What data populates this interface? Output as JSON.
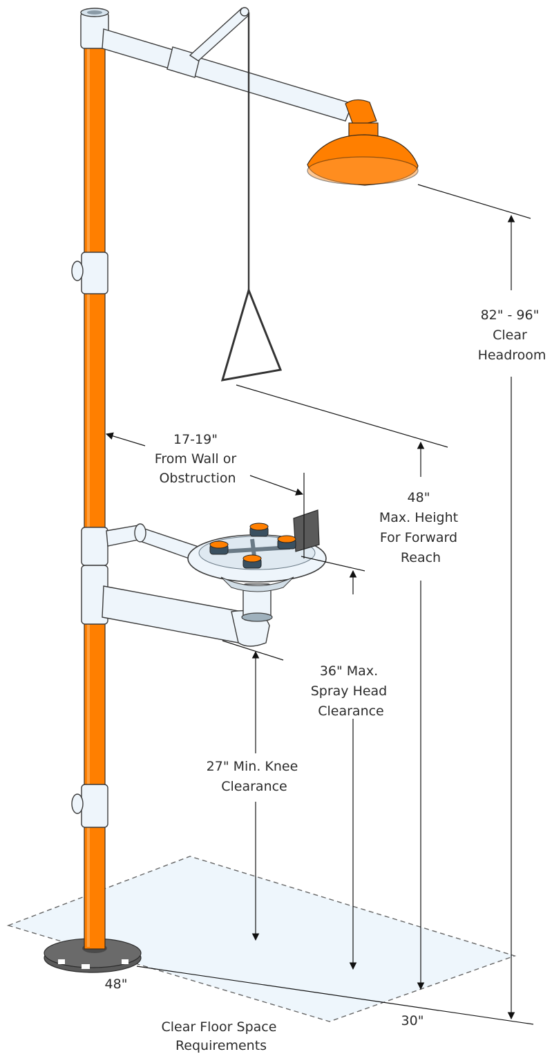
{
  "colors": {
    "safety_orange": "#ff7f00",
    "pipe_white": "#eef5fb",
    "base_dark": "#5a5a5a",
    "floor_zone": "#eef6fc",
    "dimension_line": "#111111"
  },
  "labels": {
    "headroom": [
      "82\" - 96\"",
      "Clear",
      "Headroom"
    ],
    "wall": [
      "17-19\"",
      "From Wall or",
      "Obstruction"
    ],
    "forward_reach": [
      "48\"",
      "Max. Height",
      "For Forward",
      "Reach"
    ],
    "spray_head": [
      "36\" Max.",
      "Spray Head",
      "Clearance"
    ],
    "knee": [
      "27\" Min. Knee",
      "Clearance"
    ],
    "floor_length": "48\"",
    "floor_width": "30\"",
    "floor_space": [
      "Clear Floor Space",
      "Requirements"
    ]
  },
  "icons": {
    "shower_head": "shower-head-icon",
    "pull_handle": "triangle-pull-handle-icon",
    "eyewash_bowl": "eyewash-bowl-icon",
    "floor_flange": "floor-flange-icon"
  }
}
